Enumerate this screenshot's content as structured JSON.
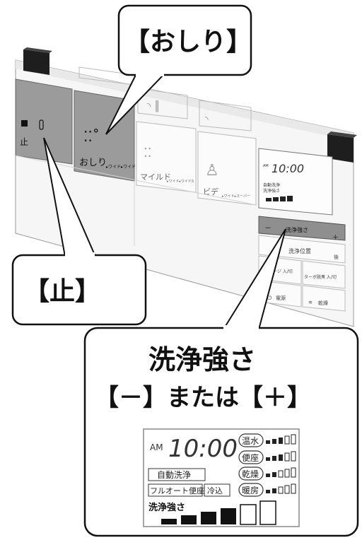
{
  "callouts": {
    "oshiri": "【おしり】",
    "stop": "【止】",
    "strength_title": "洗浄強さ",
    "strength_sub": "【－】または【＋】"
  },
  "panel": {
    "stop_button": "止",
    "oshiri_button": "おしり",
    "oshiri_modes": "▸ワイド▸ワイドS",
    "mild_button": "マイルド",
    "mild_modes": "▸ワイド▸ワイドS",
    "bidet_button": "ビデ",
    "bidet_modes": "▸ワイド▸スーパー",
    "strength_button": "洗浄強さ",
    "minus": "－",
    "plus": "＋",
    "position_button": "洗浄位置",
    "position_back": "後",
    "massage_button": "マッサージ 入/切",
    "turbo_button": "ターボ脱臭 入/切",
    "power_button": "電源",
    "dry_button": "乾燥"
  },
  "display": {
    "ampm": "AM",
    "time": "10:00",
    "warm_water": "温水",
    "seat": "便座",
    "dry": "乾燥",
    "heater": "暖房",
    "auto_wash": "自動洗浄",
    "full_auto_seat": "フルオート便座",
    "cold": "冷込",
    "strength_label": "洗浄強さ",
    "strength_level": 4,
    "strength_max": 6
  },
  "colors": {
    "active_button": "#9b9b9b",
    "panel": "#f6f6f6",
    "cap": "#1e1e1e",
    "outline": "#111111"
  }
}
